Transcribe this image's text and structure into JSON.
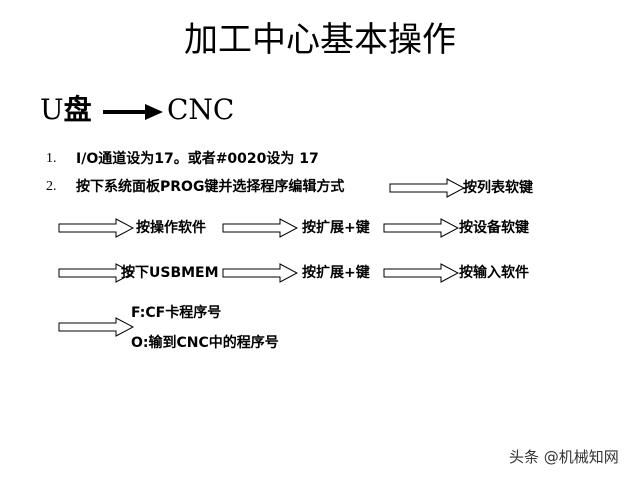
{
  "title": "加工中心基本操作",
  "heading": {
    "from_latin": "U",
    "from_cjk": "盘",
    "to": "CNC"
  },
  "steps": [
    {
      "num": "1.",
      "text": "I/O通道设为17。或者#0020设为 17"
    },
    {
      "num": "2.",
      "text": "按下系统面板PROG键并选择程序编辑方式"
    }
  ],
  "flow": {
    "row1_end": "按列表软键",
    "row2": [
      "按操作软件",
      "按扩展+键",
      "按设备软键"
    ],
    "row3": [
      "按下USBMEM",
      "按扩展+键",
      "按输入软件"
    ],
    "options": [
      "F:CF卡程序号",
      "O:输到CNC中的程序号"
    ]
  },
  "watermark": "头条 @机械知网"
}
